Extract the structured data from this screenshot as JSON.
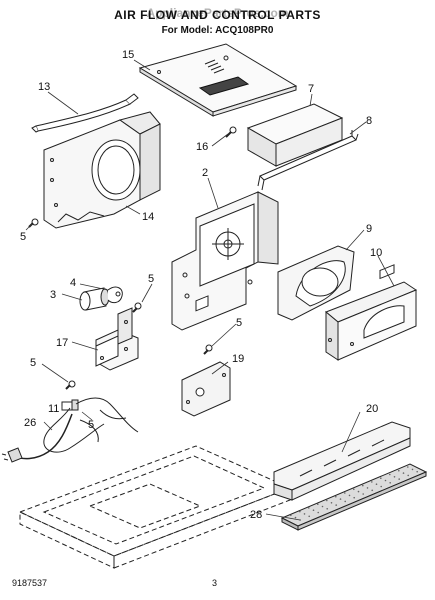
{
  "header": {
    "title": "AIR FLOW AND CONTROL PARTS",
    "watermark": "AppliancePartsPros.com",
    "subtitle": "For Model: ACQ108PR0"
  },
  "footer": {
    "document_number": "9187537",
    "page_number": "3"
  },
  "callouts": {
    "c15": "15",
    "c13": "13",
    "c7": "7",
    "c8": "8",
    "c16": "16",
    "c14": "14",
    "c5a": "5",
    "c2": "2",
    "c9": "9",
    "c10": "10",
    "c4": "4",
    "c5b": "5",
    "c3": "3",
    "c17": "17",
    "c5c": "5",
    "c19": "19",
    "c5d": "5",
    "c11": "11",
    "c5e": "5",
    "c26": "26",
    "c20": "20",
    "c28": "28"
  }
}
